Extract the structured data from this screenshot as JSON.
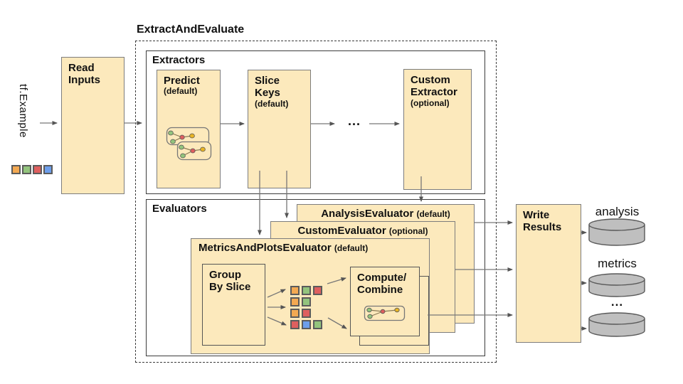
{
  "colors": {
    "orange": "#F3A952",
    "green": "#93C47D",
    "red": "#DE5F5F",
    "blue": "#6D9EEB",
    "yellow_node": "#E8B426",
    "box_fill": "#FCE9BC",
    "cylinder": "#BFBFBF"
  },
  "input": {
    "label": "tf.Example",
    "squares": [
      "orange",
      "green",
      "red",
      "blue"
    ]
  },
  "read_inputs": {
    "label": "Read Inputs"
  },
  "pipeline": {
    "title": "ExtractAndEvaluate"
  },
  "extractors": {
    "title": "Extractors",
    "predict": {
      "name": "Predict",
      "qualifier": "(default)"
    },
    "slice_keys": {
      "name": "Slice Keys",
      "qualifier": "(default)"
    },
    "ellipsis": "...",
    "custom": {
      "name": "Custom Extractor",
      "qualifier": "(optional)"
    }
  },
  "evaluators": {
    "title": "Evaluators",
    "analysis": {
      "name": "AnalysisEvaluator",
      "qualifier": "(default)"
    },
    "custom": {
      "name": "CustomEvaluator",
      "qualifier": "(optional)"
    },
    "metrics_plots": {
      "name": "MetricsAndPlotsEvaluator",
      "qualifier": "(default)"
    },
    "group_by_slice": {
      "label": "Group By Slice"
    },
    "compute_combine": {
      "line1": "Compute/",
      "line2": "Combine"
    },
    "slice_rows": [
      [
        "orange",
        "green",
        "red"
      ],
      [
        "orange",
        "green"
      ],
      [
        "orange",
        "red"
      ],
      [
        "red",
        "blue",
        "green"
      ]
    ]
  },
  "write_results": {
    "label": "Write Results"
  },
  "outputs": {
    "analysis_label": "analysis",
    "metrics_label": "metrics",
    "more_label": "..."
  }
}
